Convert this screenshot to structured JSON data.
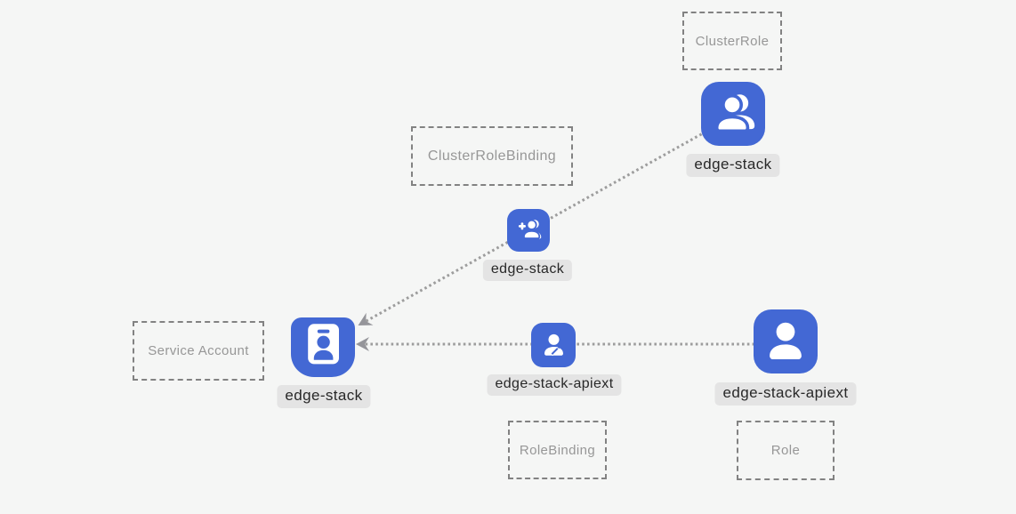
{
  "diagram": {
    "title_hint": "Kubernetes RBAC relationship diagram",
    "colors": {
      "background": "#f5f6f5",
      "icon_blue": "#4368d4",
      "label_background": "#e4e4e4",
      "label_text": "#282828",
      "box_border": "#828282",
      "box_text": "#979797",
      "edge_line": "#9d9d9d",
      "arrowhead": "#95959a"
    },
    "type_boxes": {
      "cluster_role": "ClusterRole",
      "cluster_role_binding": "ClusterRoleBinding",
      "service_account": "Service Account",
      "role_binding": "RoleBinding",
      "role": "Role"
    },
    "node_labels": {
      "cluster_role_subject": "edge-stack",
      "cluster_role_binding": "edge-stack",
      "service_account": "edge-stack",
      "role_binding": "edge-stack-apiext",
      "role_subject": "edge-stack-apiext"
    },
    "icons": {
      "cluster_role_subject": "users-icon",
      "cluster_role_binding": "user-plus-icon",
      "service_account": "id-badge-icon",
      "role_binding": "user-edit-icon",
      "role_subject": "user-icon"
    },
    "edges": [
      {
        "from": "cluster_role_subject",
        "to": "service_account",
        "style": "dotted-arrow"
      },
      {
        "from": "role_subject",
        "to": "service_account",
        "style": "dotted-arrow"
      }
    ]
  }
}
